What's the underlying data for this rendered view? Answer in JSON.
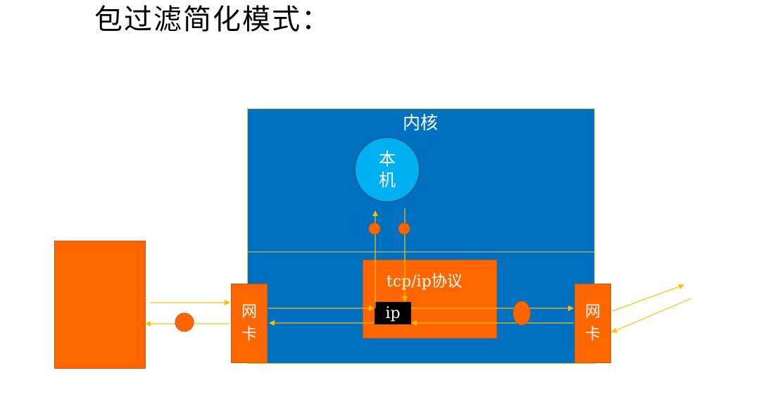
{
  "title": "包过滤简化模式：",
  "diagram": {
    "kernel_label": "内核",
    "host_label": "本机",
    "tcpip_label": "tcp/ip协议",
    "ip_label": "ip",
    "nic_left_label": "网卡",
    "nic_right_label": "网卡"
  },
  "colors": {
    "kernel_bg": "#0070c0",
    "host_bg": "#00b0f0",
    "orange": "#ff6600",
    "arrow": "#ffc000"
  }
}
